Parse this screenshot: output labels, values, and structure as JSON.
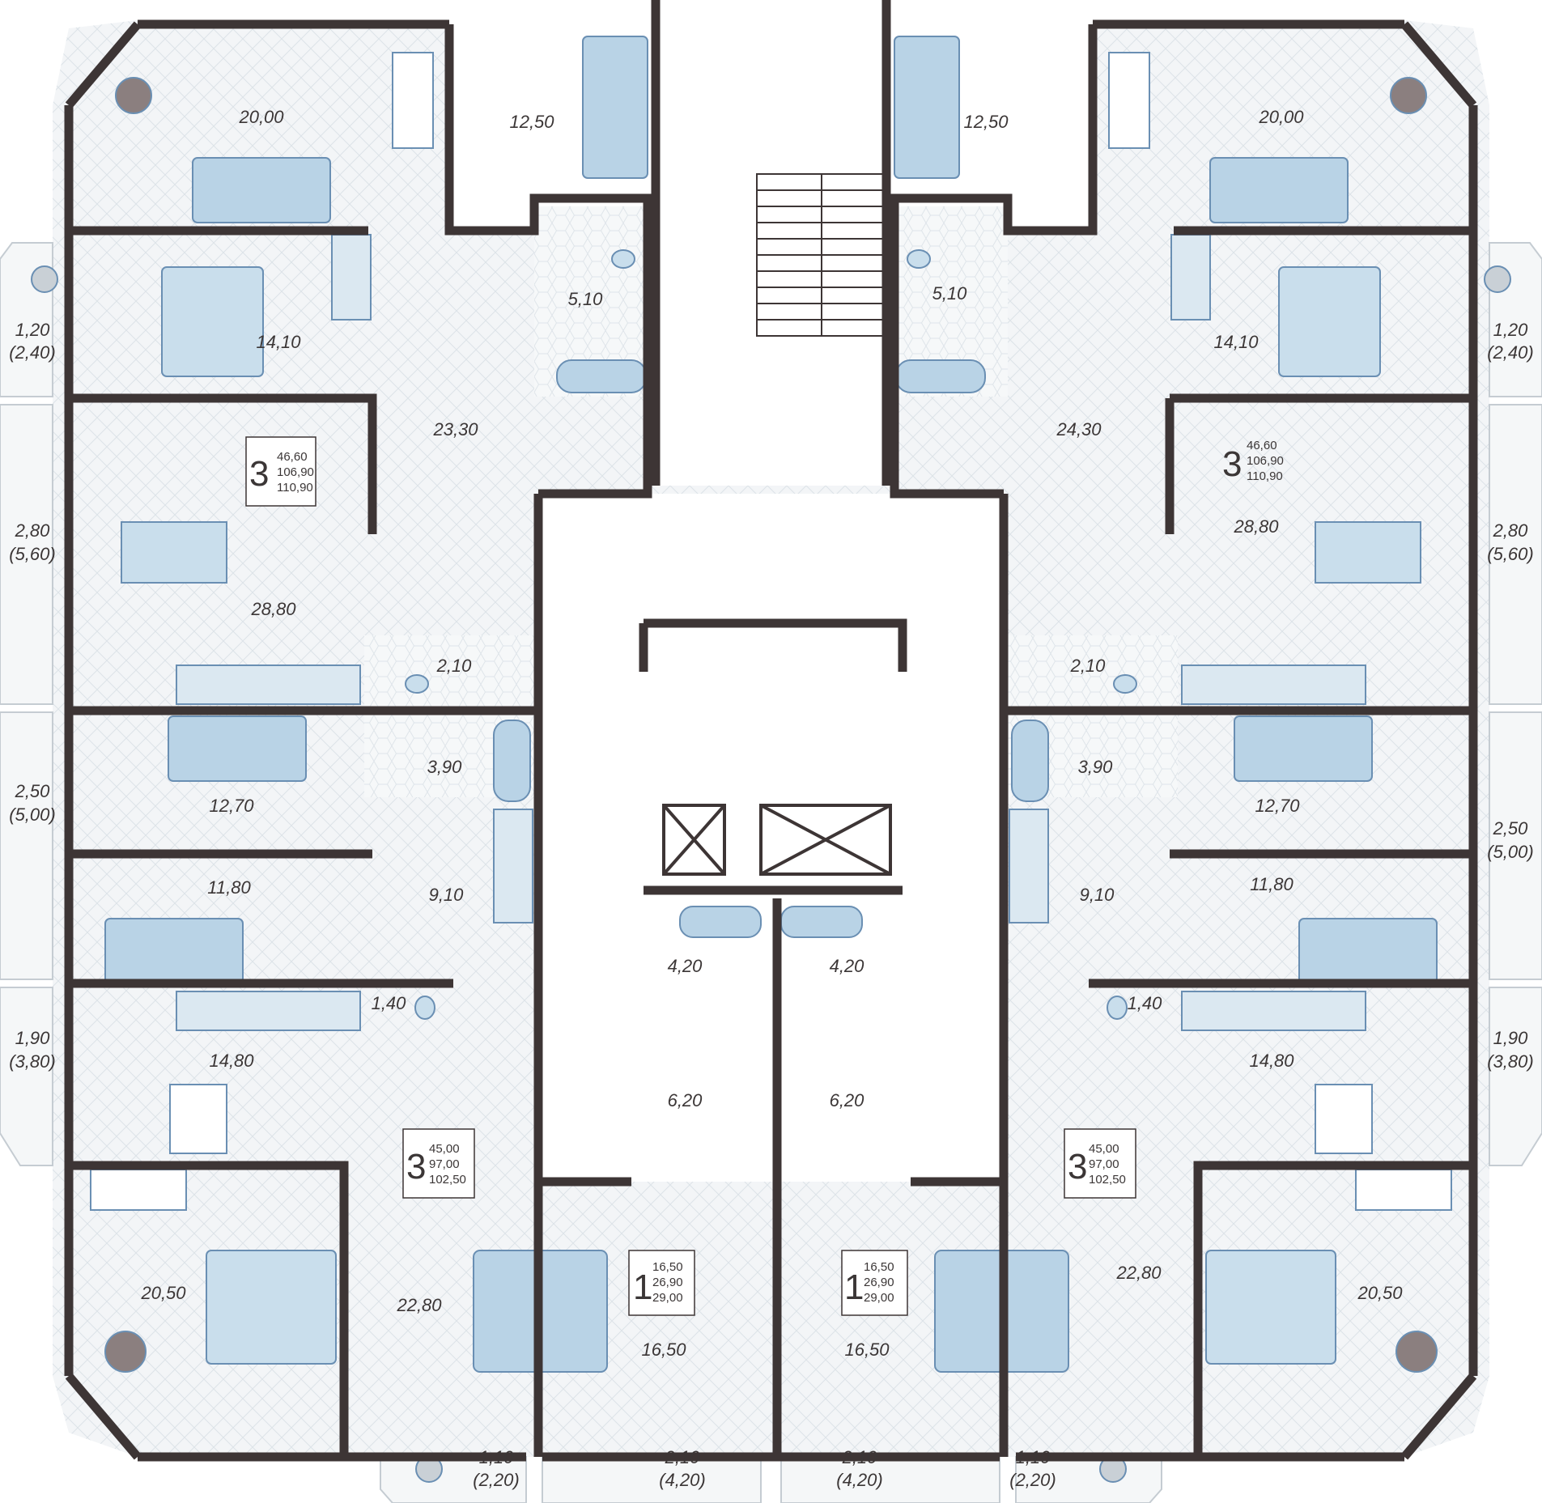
{
  "colors": {
    "wall": "#3d3535",
    "floor": "#eef1f3",
    "furniture": "#b9d3e6",
    "furniture_dark": "#7ea5c7",
    "text": "#3b3636"
  },
  "rooms": {
    "r01": "20,00",
    "r02": "12,50",
    "r03": "12,50",
    "r04": "20,00",
    "r05": "5,10",
    "r06": "5,10",
    "r07": "14,10",
    "r08": "14,10",
    "r09": "23,30",
    "r10": "24,30",
    "r11": "28,80",
    "r12": "28,80",
    "r13": "2,10",
    "r14": "2,10",
    "r15": "3,90",
    "r16": "3,90",
    "r17": "12,70",
    "r18": "12,70",
    "r19": "11,80",
    "r20": "11,80",
    "r21": "9,10",
    "r22": "9,10",
    "r23": "4,20",
    "r24": "4,20",
    "r25": "1,40",
    "r26": "1,40",
    "r27": "14,80",
    "r28": "14,80",
    "r29": "6,20",
    "r30": "6,20",
    "r31": "20,50",
    "r32": "20,50",
    "r33": "22,80",
    "r34": "22,80",
    "r35": "16,50",
    "r36": "16,50"
  },
  "balconies": {
    "b01": {
      "area": "1,20",
      "total": "(2,40)"
    },
    "b02": {
      "area": "1,20",
      "total": "(2,40)"
    },
    "b03": {
      "area": "2,80",
      "total": "(5,60)"
    },
    "b04": {
      "area": "2,80",
      "total": "(5,60)"
    },
    "b05": {
      "area": "2,50",
      "total": "(5,00)"
    },
    "b06": {
      "area": "2,50",
      "total": "(5,00)"
    },
    "b07": {
      "area": "1,90",
      "total": "(3,80)"
    },
    "b08": {
      "area": "1,90",
      "total": "(3,80)"
    },
    "b09": {
      "area": "1,10",
      "total": "(2,20)"
    },
    "b10": {
      "area": "1,10",
      "total": "(2,20)"
    },
    "b11": {
      "area": "2,10",
      "total": "(4,20)"
    },
    "b12": {
      "area": "2,10",
      "total": "(4,20)"
    }
  },
  "apartments": {
    "nw": {
      "rooms": "3",
      "living": "46,60",
      "total": "106,90",
      "total_b": "110,90"
    },
    "ne": {
      "rooms": "3",
      "living": "46,60",
      "total": "106,90",
      "total_b": "110,90"
    },
    "sw": {
      "rooms": "3",
      "living": "45,00",
      "total": "97,00",
      "total_b": "102,50"
    },
    "se": {
      "rooms": "3",
      "living": "45,00",
      "total": "97,00",
      "total_b": "102,50"
    },
    "s1": {
      "rooms": "1",
      "living": "16,50",
      "total": "26,90",
      "total_b": "29,00"
    },
    "s2": {
      "rooms": "1",
      "living": "16,50",
      "total": "26,90",
      "total_b": "29,00"
    }
  },
  "icons": [
    "stair-icon",
    "elevator-icon",
    "sofa-icon",
    "bed-icon",
    "table-icon",
    "bathtub-icon",
    "toilet-icon",
    "plant-icon",
    "piano-icon"
  ]
}
